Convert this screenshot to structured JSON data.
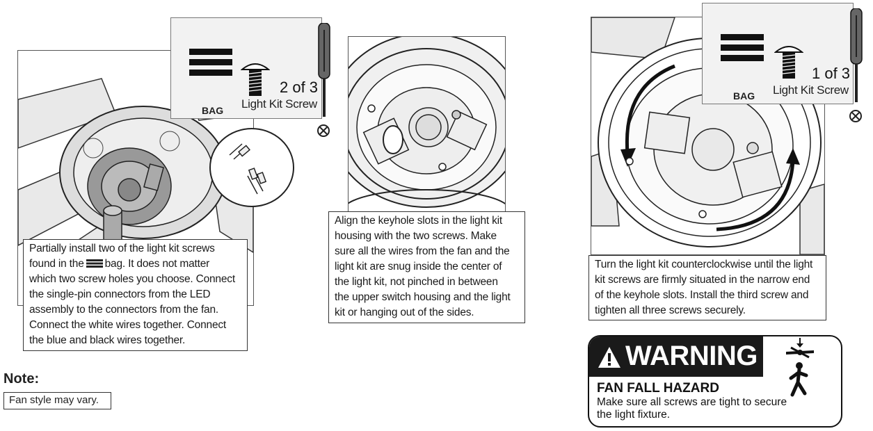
{
  "step1": {
    "card": {
      "bag_label": "BAG",
      "count": "2 of 3",
      "kit_label": "Light Kit Screw"
    },
    "caption_lines": [
      "Partially install two of the light kit screws",
      "which two screw holes you choose. Connect",
      "the single-pin connectors from the LED",
      "assembly to the connectors from the fan.",
      "Connect the white wires together. Connect",
      "the blue and black wires together."
    ],
    "caption_line2_pre": "found in the",
    "caption_line2_post": "bag. It does not matter",
    "bag_icon": "bag-lines-icon"
  },
  "step2": {
    "caption": "Align the keyhole slots in the light kit\nhousing with the two screws. Make\nsure all the wires from the fan and the\nlight kit are snug inside the center of\nthe light kit, not pinched in between\nthe upper switch housing and the light\nkit or hanging out of the sides."
  },
  "step3": {
    "card": {
      "bag_label": "BAG",
      "count": "1 of 3",
      "kit_label": "Light Kit Screw"
    },
    "caption": "Turn the light kit counterclockwise until the light\nkit screws are firmly situated in the narrow end\nof the keyhole slots. Install the third screw and\ntighten all three screws securely."
  },
  "note": {
    "heading": "Note:",
    "text": "Fan style may vary."
  },
  "warning": {
    "word": "WARNING",
    "hazard_title": "FAN FALL HAZARD",
    "hazard_text": "Make sure all screws are tight to secure\nthe light fixture.",
    "icons": [
      "warning-triangle-icon",
      "falling-fan-hazard-icon"
    ]
  },
  "icons": [
    "screwdriver-icon",
    "phillips-screw-head-icon",
    "screw-icon",
    "bag-lines-icon"
  ]
}
